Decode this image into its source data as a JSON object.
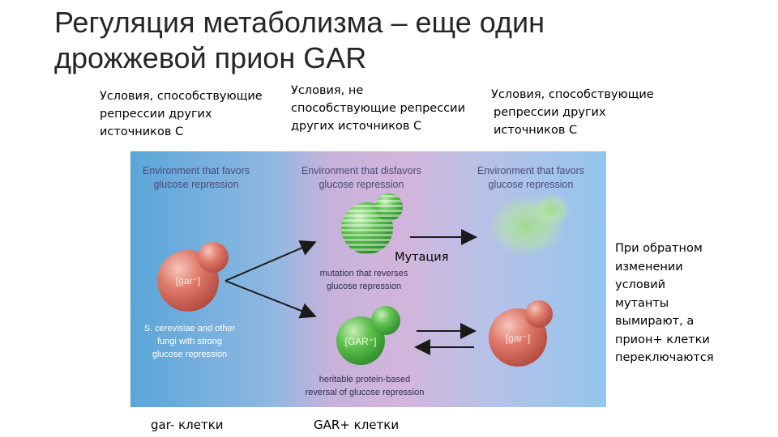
{
  "title": {
    "line1": "Регуляция метаболизма – еще один",
    "line2": "дрожжевой прион GAR"
  },
  "conditions": {
    "left": [
      "Условия, способствующие",
      "репрессии других",
      "источников С"
    ],
    "middle": [
      "Условия, не",
      "способствующие репрессии",
      "других источников С"
    ],
    "right": [
      "Условия, способствующие",
      "репрессии других",
      "источников С"
    ]
  },
  "figure": {
    "env_left": [
      "Environment that favors",
      "glucose repression"
    ],
    "env_middle": [
      "Environment that disfavors",
      "glucose repression"
    ],
    "env_right": [
      "Environment that favors",
      "glucose repression"
    ],
    "cell_gar_minus": "[gar⁻]",
    "cell_gar_plus": "[GAR⁺]",
    "cell_gar_minus_right": "[gar⁻]",
    "species_note": [
      "S. cerevisiae and other",
      "fungi with strong",
      "glucose repression"
    ],
    "mutation_note": [
      "mutation that reverses",
      "glucose repression"
    ],
    "prion_note": [
      "heritable protein-based",
      "reversal of glucose repression"
    ],
    "colors": {
      "left_bg": "#5fa9da",
      "middle_bg": "#cdb3d9",
      "right_bg": "#9cc8ec",
      "red_cell": "#d86a5e",
      "green_cell": "#4fb246",
      "arrow": "#1a1a1a",
      "env_text": "#4a4a78",
      "note_text": "#2f2f55"
    }
  },
  "mutation_label": "Мутация",
  "side_note": [
    "При обратном",
    "изменении",
    "условий",
    "мутанты",
    "вымирают, а",
    "прион+ клетки",
    "переключаются"
  ],
  "bottom_labels": {
    "left": "gar- клетки",
    "middle": "GAR+ клетки"
  }
}
